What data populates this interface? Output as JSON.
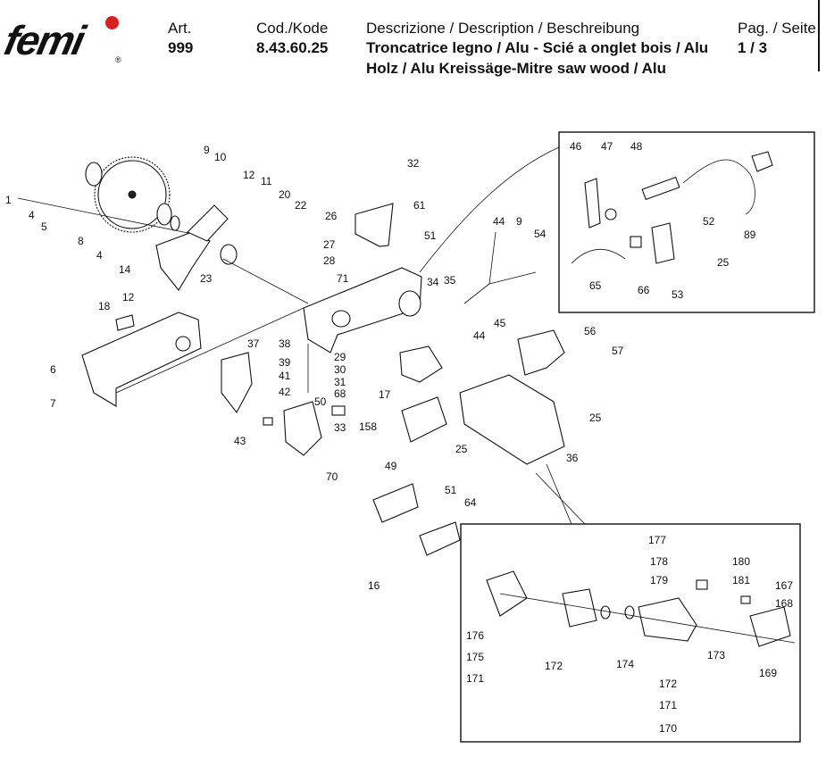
{
  "header": {
    "logo_text": "femi",
    "logo_mark": "®",
    "art_label": "Art.",
    "art_value": "999",
    "code_label": "Cod./Kode",
    "code_value": "8.43.60.25",
    "desc_label": "Descrizione / Description / Beschreibung",
    "desc_line1": "Troncatrice legno / Alu - Scié a onglet bois / Alu",
    "desc_line2": "Holz / Alu Kreissäge-Mitre saw wood / Alu",
    "page_label": "Pag. / Seite",
    "page_value": "1 / 3"
  },
  "callouts": [
    "1",
    "4",
    "5",
    "8",
    "4",
    "14",
    "12",
    "9",
    "10",
    "12",
    "11",
    "20",
    "22",
    "18",
    "6",
    "7",
    "23",
    "32",
    "26",
    "27",
    "28",
    "61",
    "51",
    "71",
    "34",
    "35",
    "44",
    "9",
    "54",
    "44",
    "45",
    "29",
    "30",
    "31",
    "68",
    "37",
    "38",
    "39",
    "41",
    "42",
    "50",
    "43",
    "158",
    "33",
    "70",
    "17",
    "56",
    "57",
    "25",
    "49",
    "25",
    "36",
    "51",
    "64",
    "16",
    "46",
    "47",
    "48",
    "52",
    "89",
    "65",
    "66",
    "53",
    "25",
    "177",
    "178",
    "179",
    "180",
    "181",
    "167",
    "168",
    "176",
    "175",
    "171",
    "172",
    "174",
    "173",
    "169",
    "172",
    "171",
    "170"
  ]
}
